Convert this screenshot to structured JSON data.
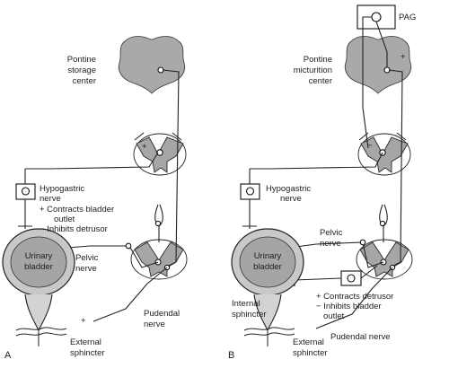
{
  "panel_a": {
    "letter": "A",
    "pons_label": [
      "Pontine",
      "storage",
      "center"
    ],
    "hypogastric_label": [
      "Hypogastric",
      "nerve"
    ],
    "hypogastric_effects": [
      "+ Contracts bladder",
      "outlet",
      "− Inhibits detrusor"
    ],
    "pelvic_label": [
      "Pelvic",
      "nerve"
    ],
    "pudendal_label": [
      "Pudendal",
      "nerve"
    ],
    "bladder_label": [
      "Urinary",
      "bladder"
    ],
    "sphincter_label": [
      "External",
      "sphincter"
    ],
    "sign_plus": "+"
  },
  "panel_b": {
    "letter": "B",
    "pag_label": "PAG",
    "pons_label": [
      "Pontine",
      "micturition",
      "center"
    ],
    "hypogastric_label": [
      "Hypogastric",
      "nerve"
    ],
    "pelvic_label": [
      "Pelvic",
      "nerve"
    ],
    "bladder_label": [
      "Urinary",
      "bladder"
    ],
    "internal_sphincter_label": [
      "Internal",
      "sphincter"
    ],
    "effects": [
      "+ Contracts detrusor",
      "− Inhibits bladder",
      "outlet"
    ],
    "pudendal_label": "Pudendal nerve",
    "sphincter_label": [
      "External",
      "sphincter"
    ],
    "sign_plus": "+",
    "sign_minus": "−"
  }
}
